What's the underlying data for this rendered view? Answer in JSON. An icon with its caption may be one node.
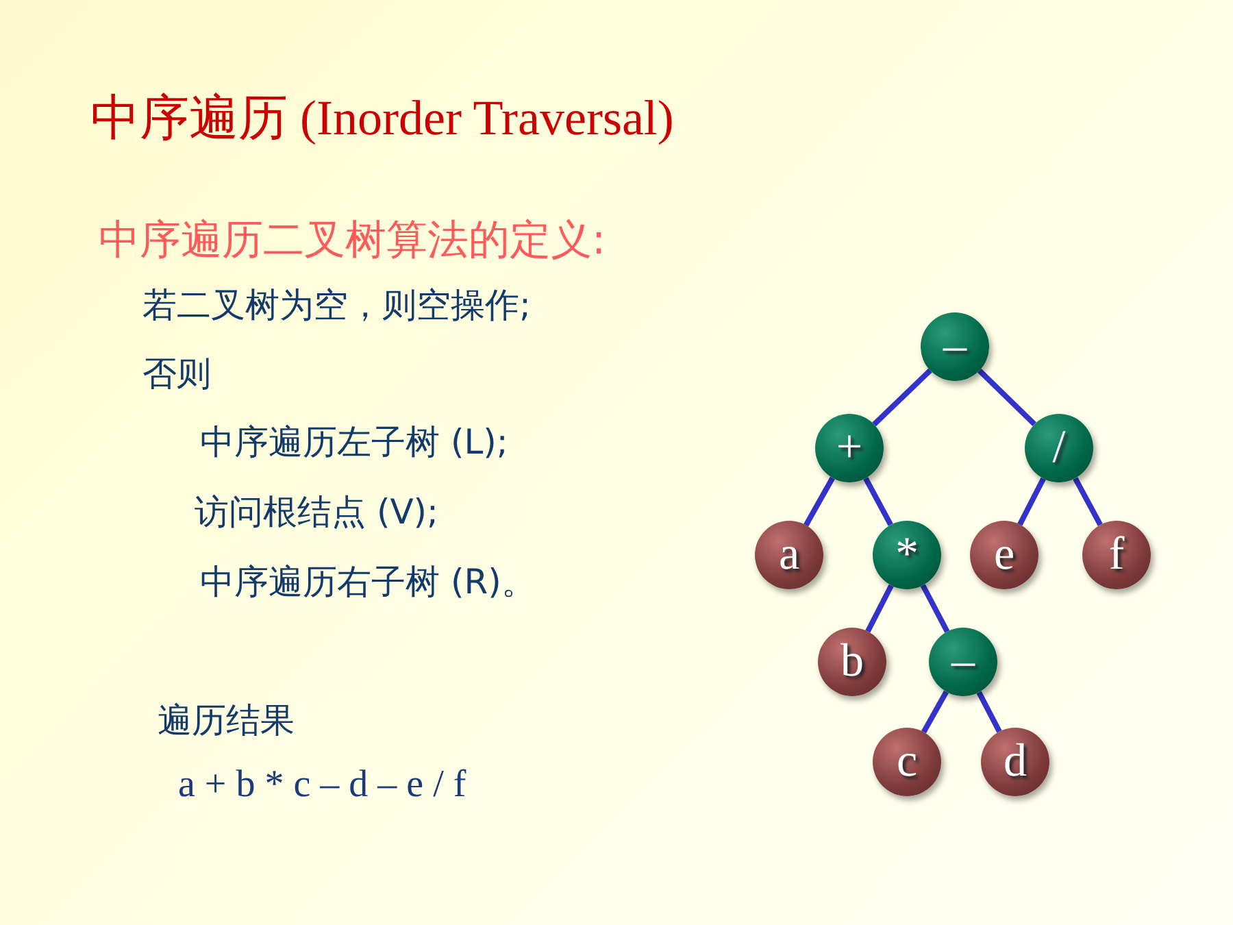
{
  "diagram": {
    "title": "中序遍历 (Inorder Traversal)",
    "nodes": [
      {
        "text": [
          "–"
        ]
      },
      {
        "text": [
          "+"
        ]
      },
      {
        "text": [
          "/"
        ]
      },
      {
        "text": [
          "a"
        ]
      },
      {
        "text": [
          "*"
        ]
      },
      {
        "text": [
          "e"
        ]
      },
      {
        "text": [
          "f"
        ]
      },
      {
        "text": [
          "b"
        ]
      },
      {
        "text": [
          "–"
        ]
      },
      {
        "text": [
          "c"
        ]
      },
      {
        "text": [
          "d"
        ]
      }
    ],
    "edges": [
      {
        "from": 0,
        "to": 1,
        "arrow": "none"
      },
      {
        "from": 0,
        "to": 2,
        "arrow": "none"
      },
      {
        "from": 1,
        "to": 3,
        "arrow": "none"
      },
      {
        "from": 1,
        "to": 4,
        "arrow": "none"
      },
      {
        "from": 2,
        "to": 5,
        "arrow": "none"
      },
      {
        "from": 2,
        "to": 6,
        "arrow": "none"
      },
      {
        "from": 4,
        "to": 7,
        "arrow": "none"
      },
      {
        "from": 4,
        "to": 8,
        "arrow": "none"
      },
      {
        "from": 8,
        "to": 9,
        "arrow": "none"
      },
      {
        "from": 8,
        "to": 10,
        "arrow": "none"
      }
    ],
    "labels": [
      "中序遍历二叉树算法的定义:",
      "若二叉树为空，则空操作;",
      "否则",
      "中序遍历左子树 (L);",
      "访问根结点 (V);",
      "中序遍历右子树 (R)。",
      "遍历结果",
      "a + b * c – d – e / f"
    ]
  }
}
